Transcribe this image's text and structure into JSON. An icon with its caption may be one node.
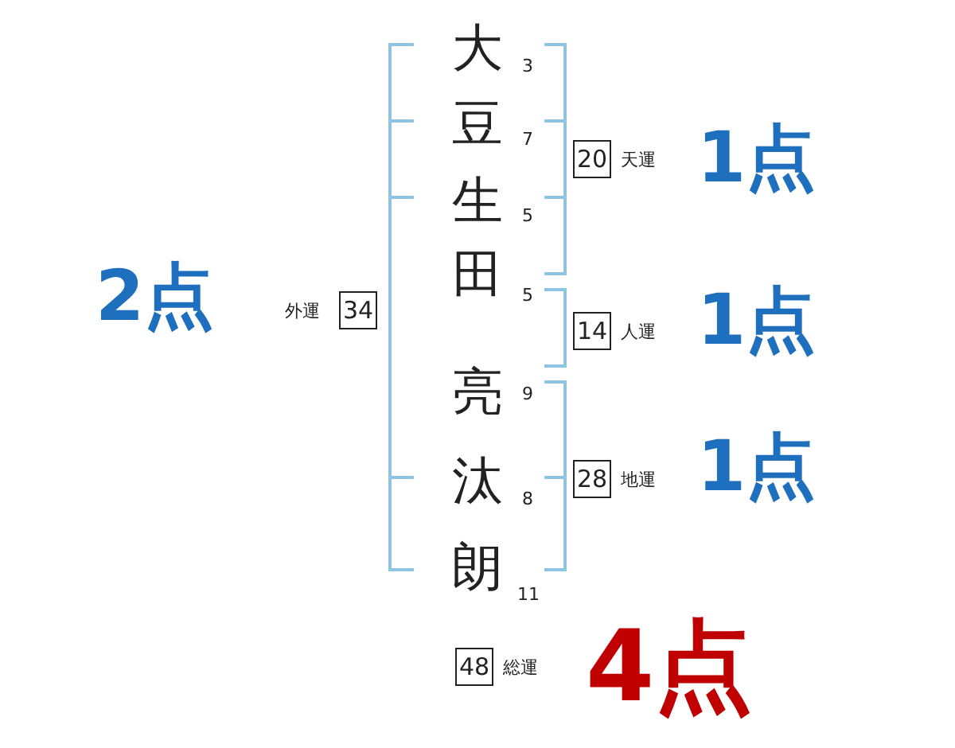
{
  "diagram": {
    "nodes": [
      {
        "text": [
          "34"
        ],
        "beside": [
          "外運"
        ]
      },
      {
        "text": [
          "20"
        ],
        "beside": [
          "天運"
        ]
      },
      {
        "text": [
          "14"
        ],
        "beside": [
          "人運"
        ]
      },
      {
        "text": [
          "28"
        ],
        "beside": [
          "地運"
        ]
      },
      {
        "text": [
          "48"
        ],
        "beside": [
          "総運"
        ]
      }
    ],
    "labels": [
      "大",
      "3",
      "豆",
      "7",
      "生",
      "5",
      "田",
      "5",
      "亮",
      "9",
      "汰",
      "8",
      "朗",
      "11",
      "1点",
      "2点",
      "1点",
      "1点",
      "4点"
    ]
  }
}
